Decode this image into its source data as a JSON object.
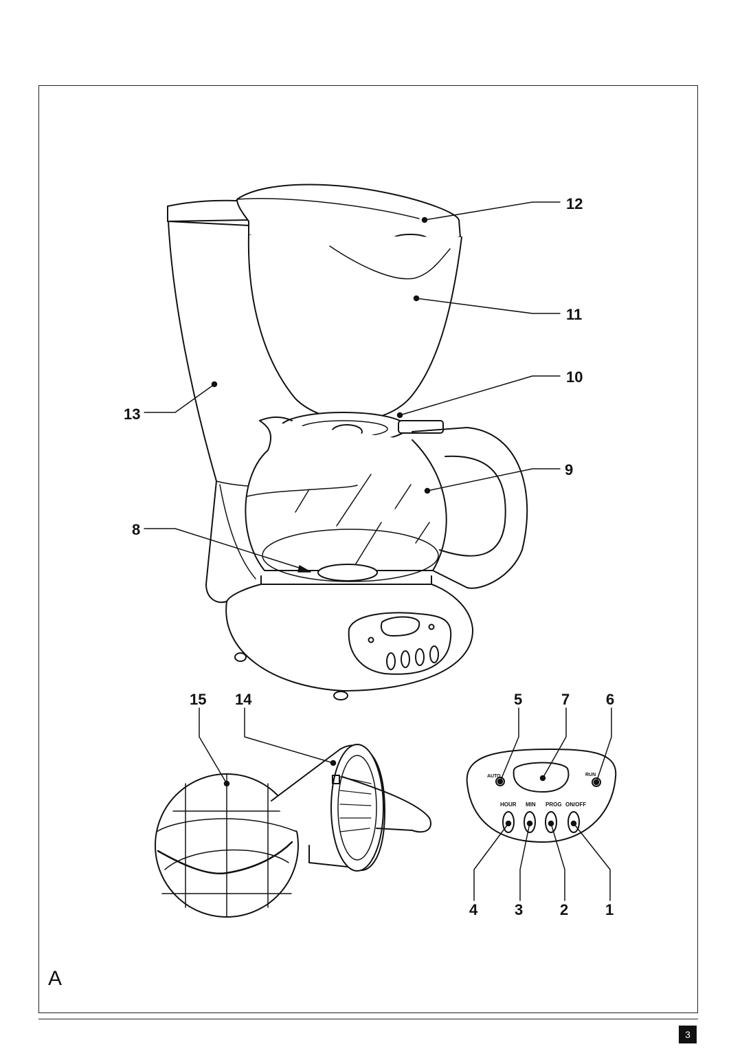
{
  "figure_letter": "A",
  "page_number": "3",
  "callouts": {
    "c1": "1",
    "c2": "2",
    "c3": "3",
    "c4": "4",
    "c5": "5",
    "c6": "6",
    "c7": "7",
    "c8": "8",
    "c9": "9",
    "c10": "10",
    "c11": "11",
    "c12": "12",
    "c13": "13",
    "c14": "14",
    "c15": "15"
  },
  "control_panel": {
    "auto": "AUTO",
    "run": "RUN",
    "hour": "HOUR",
    "min": "MIN",
    "prog": "PROG",
    "onoff": "ON/OFF"
  }
}
